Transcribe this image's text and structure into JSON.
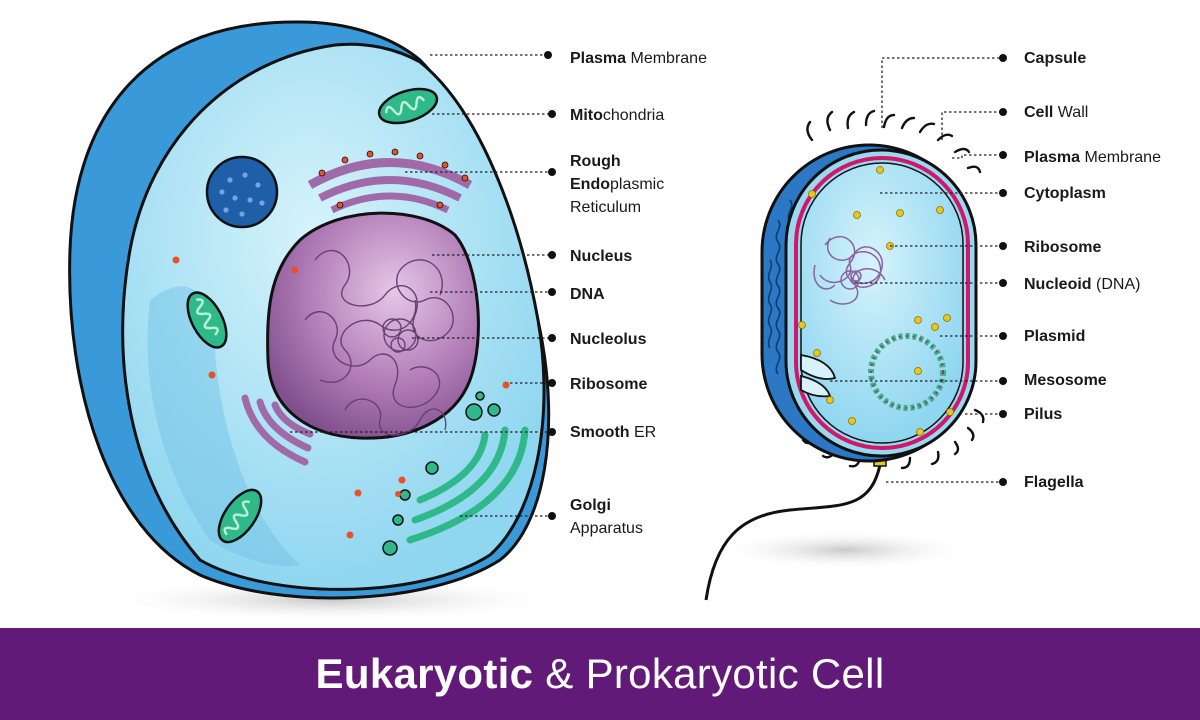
{
  "title": {
    "bold": "Eukaryotic",
    "rest": " & Prokaryotic Cell"
  },
  "eukaryotic_labels": {
    "plasma_membrane": {
      "bold": "Plasma",
      "rest": " Membrane"
    },
    "mitochondria": {
      "bold": "Mito",
      "rest": "chondria"
    },
    "rough_er_1": {
      "bold": "Rough",
      "rest": ""
    },
    "rough_er_2": {
      "bold": "Endo",
      "rest": "plasmic"
    },
    "rough_er_3": {
      "bold": "",
      "rest": "Reticulum"
    },
    "nucleus": {
      "bold": "Nucleus",
      "rest": ""
    },
    "dna": {
      "bold": "DNA",
      "rest": ""
    },
    "nucleolus": {
      "bold": "Nucleolus",
      "rest": ""
    },
    "ribosome": {
      "bold": "Ribosome",
      "rest": ""
    },
    "smooth_er": {
      "bold": "Smooth",
      "rest": " ER"
    },
    "golgi_1": {
      "bold": "Golgi",
      "rest": ""
    },
    "golgi_2": {
      "bold": "",
      "rest": "Apparatus"
    }
  },
  "prokaryotic_labels": {
    "capsule": {
      "bold": "Capsule",
      "rest": ""
    },
    "cell_wall": {
      "bold": "Cell",
      "rest": " Wall"
    },
    "plasma_membrane": {
      "bold": "Plasma",
      "rest": " Membrane"
    },
    "cytoplasm": {
      "bold": "Cytoplasm",
      "rest": ""
    },
    "ribosome": {
      "bold": "Ribosome",
      "rest": ""
    },
    "nucleoid": {
      "bold": "Nucleoid",
      "rest": " (DNA)"
    },
    "plasmid": {
      "bold": "Plasmid",
      "rest": ""
    },
    "mesosome": {
      "bold": "Mesosome",
      "rest": ""
    },
    "pilus": {
      "bold": "Pilus",
      "rest": ""
    },
    "flagella": {
      "bold": "Flagella",
      "rest": ""
    }
  },
  "colors": {
    "banner": "#621a78",
    "cell_blue": "#3a9ad9",
    "cytoplasm": "#a8e2f5",
    "nucleus": "#a06aa8",
    "mitochondria": "#2fb88a",
    "golgi": "#2fb88a",
    "membrane_pink": "#d0186a",
    "ribosome_red": "#e8502a",
    "ribosome_yellow": "#e8c818"
  }
}
